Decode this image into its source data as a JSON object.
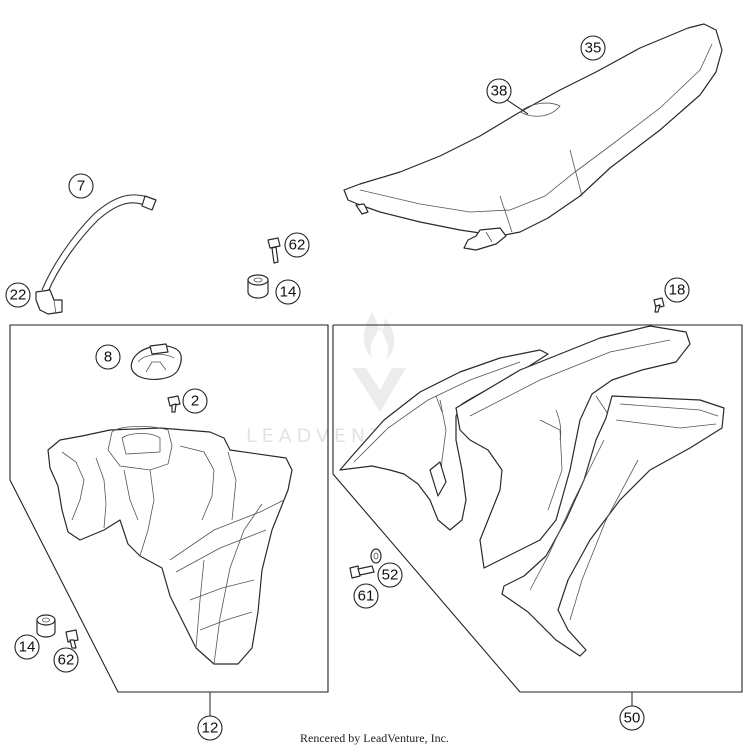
{
  "callouts": [
    {
      "id": "c35",
      "label": "35"
    },
    {
      "id": "c38",
      "label": "38"
    },
    {
      "id": "c7",
      "label": "7"
    },
    {
      "id": "c62a",
      "label": "62"
    },
    {
      "id": "c14a",
      "label": "14"
    },
    {
      "id": "c22",
      "label": "22"
    },
    {
      "id": "c18",
      "label": "18"
    },
    {
      "id": "c8",
      "label": "8"
    },
    {
      "id": "c2",
      "label": "2"
    },
    {
      "id": "c14b",
      "label": "14"
    },
    {
      "id": "c62b",
      "label": "62"
    },
    {
      "id": "c12",
      "label": "12"
    },
    {
      "id": "c52",
      "label": "52"
    },
    {
      "id": "c61",
      "label": "61"
    },
    {
      "id": "c50",
      "label": "50"
    }
  ],
  "watermark": {
    "text": "LEADVENTURE"
  },
  "footer": {
    "credit": "Rencered by LeadVenture, Inc."
  },
  "colors": {
    "line": "#2a2a2a",
    "watermark": "#e3e3e3",
    "background": "#ffffff"
  }
}
